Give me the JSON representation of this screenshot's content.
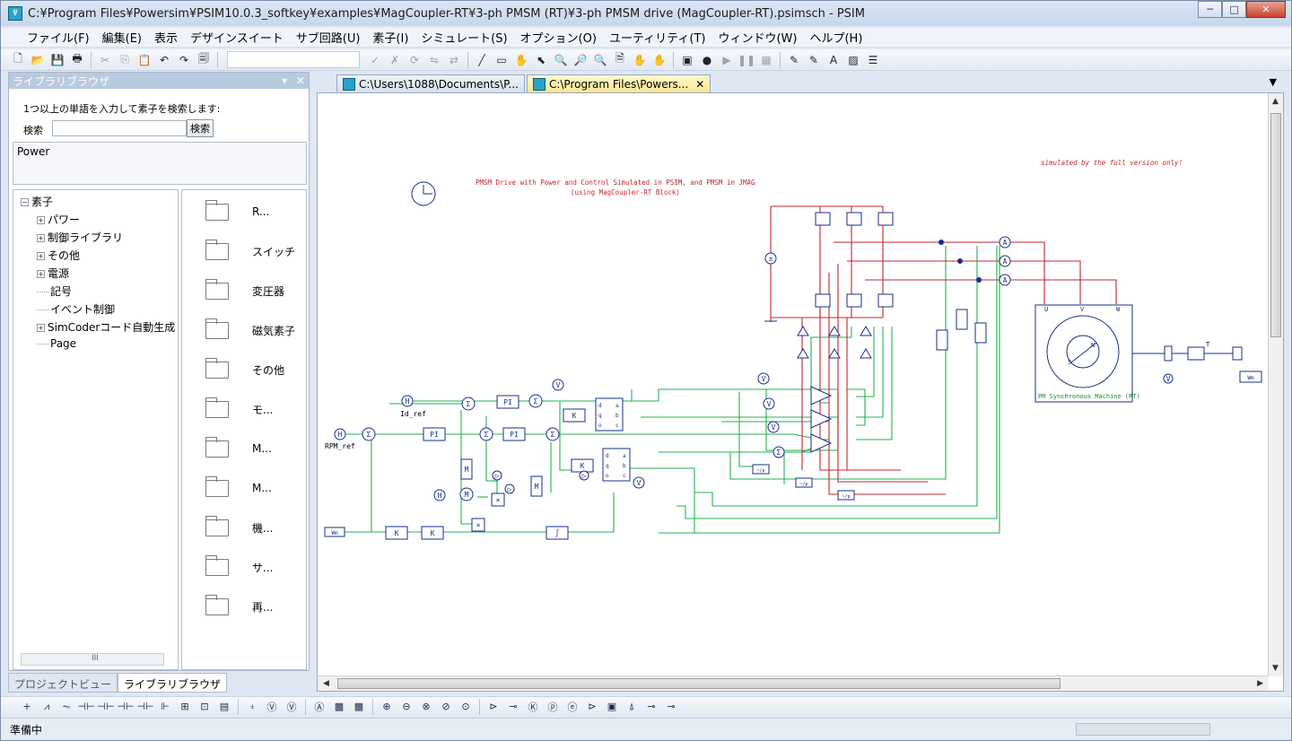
{
  "window": {
    "title": "C:¥Program Files¥Powersim¥PSIM10.0.3_softkey¥examples¥MagCoupler-RT¥3-ph PMSM (RT)¥3-ph PMSM drive (MagCoupler-RT).psimsch - PSIM",
    "icon": "psim-icon",
    "min_label": "─",
    "max_label": "□",
    "close_label": "✕"
  },
  "menu": [
    "ファイル(F)",
    "編集(E)",
    "表示",
    "デザインスイート",
    "サブ回路(U)",
    "素子(I)",
    "シミュレート(S)",
    "オプション(O)",
    "ユーティリティ(T)",
    "ウィンドウ(W)",
    "ヘルプ(H)"
  ],
  "toolbar": {
    "icons": [
      "new-icon",
      "open-icon",
      "save-icon",
      "print-icon",
      "cut-icon",
      "copy-icon",
      "paste-icon",
      "undo-icon",
      "redo-icon",
      "clipboard-icon",
      "check-icon",
      "cross-icon",
      "rotate-icon",
      "flip-icon",
      "mirror-icon",
      "wire-icon",
      "label-icon",
      "hand-icon",
      "select-icon",
      "zoom-icon",
      "zoom-in-icon",
      "zoom-out-icon",
      "page-icon",
      "pan-icon",
      "pan2-icon",
      "simulate-icon",
      "stop-icon",
      "play-icon",
      "pause-icon",
      "scope-icon",
      "pencil-icon",
      "draw-icon",
      "text-icon",
      "image-icon",
      "arrange-icon"
    ],
    "glyphs": [
      "🗋",
      "📂",
      "💾",
      "🖶",
      "✂",
      "⎘",
      "📋",
      "↶",
      "↷",
      "🗐",
      "✓",
      "✗",
      "⟳",
      "⇋",
      "⇄",
      "╱",
      "▭",
      "✋",
      "⬉",
      "🔍",
      "🔎",
      "🔍",
      "🗎",
      "✋",
      "✋",
      "▣",
      "●",
      "▶",
      "❚❚",
      "▦",
      "✎",
      "✎",
      "A",
      "▨",
      "☰"
    ]
  },
  "library_panel": {
    "title": "ライブラリブラウザ",
    "hint": "1つ以上の単語を入力して素子を検索します:",
    "search_label": "検索",
    "search_value": "",
    "search_button": "検索",
    "description": "Power",
    "tree": [
      {
        "label": "素子",
        "expander": "−",
        "depth": 0
      },
      {
        "label": "パワー",
        "expander": "+",
        "depth": 1
      },
      {
        "label": "制御ライブラリ",
        "expander": "+",
        "depth": 1
      },
      {
        "label": "その他",
        "expander": "+",
        "depth": 1
      },
      {
        "label": "電源",
        "expander": "+",
        "depth": 1
      },
      {
        "label": "記号",
        "expander": "",
        "depth": 1
      },
      {
        "label": "イベント制御",
        "expander": "",
        "depth": 1
      },
      {
        "label": "SimCoderコード自動生成",
        "expander": "+",
        "depth": 1
      },
      {
        "label": "Page",
        "expander": "",
        "depth": 1
      }
    ],
    "tree_scroll_label": "III",
    "folders": [
      "R...",
      "スイッチ",
      "変圧器",
      "磁気素子",
      "その他",
      "モ...",
      "M...",
      "M...",
      "機...",
      "サ...",
      "再..."
    ]
  },
  "panel_tabs": [
    "プロジェクトビュー",
    "ライブラリブラウザ"
  ],
  "doc_tabs": [
    {
      "label": "C:\\Users\\1088\\Documents\\P...",
      "active": false
    },
    {
      "label": "C:\\Program Files\\Powers...",
      "active": true
    }
  ],
  "tab_close": "✕",
  "tab_menu": "▼",
  "schematic": {
    "watermark": "simulated by the full version only!",
    "title_line1": "PMSM Drive with Power and Control Simulated in PSIM, and PMSM in JMAG",
    "title_line2": "(using MagCoupler-RT Block)",
    "id_ref": "Id_ref",
    "rpm_ref": "RPM_ref",
    "machine_label": "PM Synchronous Machine (RT)",
    "phase_u": "U",
    "phase_v": "V",
    "phase_w": "W",
    "pi": "PI",
    "k": "K",
    "wm": "Wm",
    "ammeter": "A",
    "voltmeter": "V",
    "sigma": "Σ",
    "integrator": "∫",
    "torque": "T",
    "mult": "×",
    "dq_labels": [
      "d",
      "q",
      "o",
      "a",
      "b",
      "c"
    ],
    "n_label": "N",
    "s_label": "S",
    "ratio": "~/p"
  },
  "element_toolbar": [
    "+",
    "⩘",
    "⏦",
    "⊣⊢",
    "⊣⊢",
    "⊣⊢",
    "⊣⊢",
    "⊩",
    "⊞",
    "⊡",
    "▤",
    "⍖",
    "Ⓥ",
    "Ⓥ",
    "Ⓐ",
    "▩",
    "▩",
    "⊕",
    "⊖",
    "⊗",
    "⊘",
    "⊙",
    "⊳",
    "⊸",
    "Ⓚ",
    "ⓟ",
    "ⓔ",
    "⊳",
    "▣",
    "⍋",
    "⊸",
    "⊸"
  ],
  "status": {
    "text": "準備中"
  },
  "colors": {
    "wire_green": "#22b14c",
    "wire_red": "#c1272d",
    "component_blue": "#1a2d8c",
    "title_red": "#c1272d",
    "tab_active": "#fbe78e"
  }
}
